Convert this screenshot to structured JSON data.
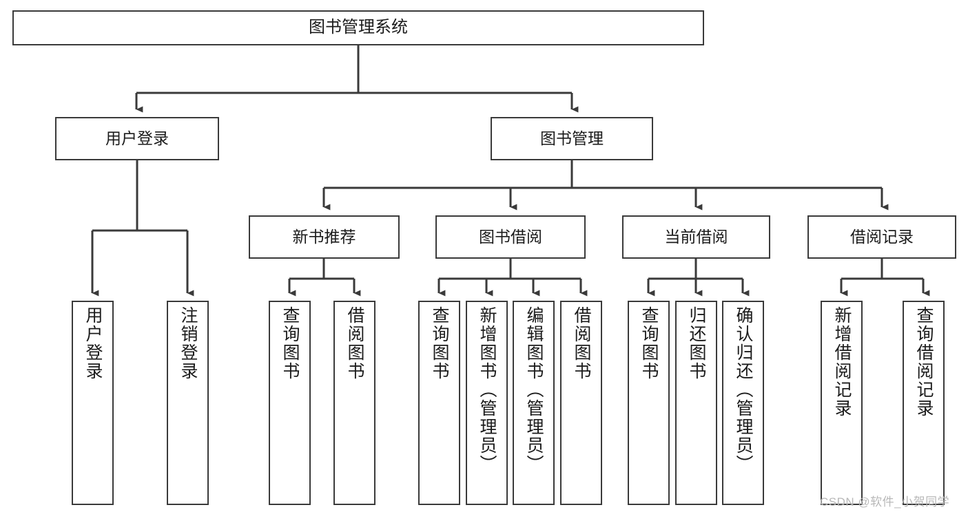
{
  "diagram": {
    "type": "tree-hierarchy",
    "title": "图书管理系统",
    "watermark": "CSDN @软件_小贺同学",
    "colors": {
      "box_border": "#3a3a3a",
      "box_fill": "#ffffff",
      "edge": "#3a3a3a",
      "text": "#1b1b1b",
      "watermark": "#b8b8b8"
    },
    "nodes": {
      "root": {
        "label": "图书管理系统"
      },
      "level2": [
        {
          "label": "用户登录"
        },
        {
          "label": "图书管理"
        }
      ],
      "level3": [
        {
          "label": "新书推荐"
        },
        {
          "label": "图书借阅"
        },
        {
          "label": "当前借阅"
        },
        {
          "label": "借阅记录"
        }
      ],
      "leaves": {
        "user_login": [
          {
            "label": "用户登录"
          },
          {
            "label": "注销登录"
          }
        ],
        "new_book_recommend": [
          {
            "label": "查询图书"
          },
          {
            "label": "借阅图书"
          }
        ],
        "book_borrow": [
          {
            "label": "查询图书"
          },
          {
            "label": "新增图书（管理员）"
          },
          {
            "label": "编辑图书（管理员）"
          },
          {
            "label": "借阅图书"
          }
        ],
        "current_borrow": [
          {
            "label": "查询图书"
          },
          {
            "label": "归还图书"
          },
          {
            "label": "确认归还（管理员）"
          }
        ],
        "borrow_record": [
          {
            "label": "新增借阅记录"
          },
          {
            "label": "查询借阅记录"
          }
        ]
      }
    }
  }
}
